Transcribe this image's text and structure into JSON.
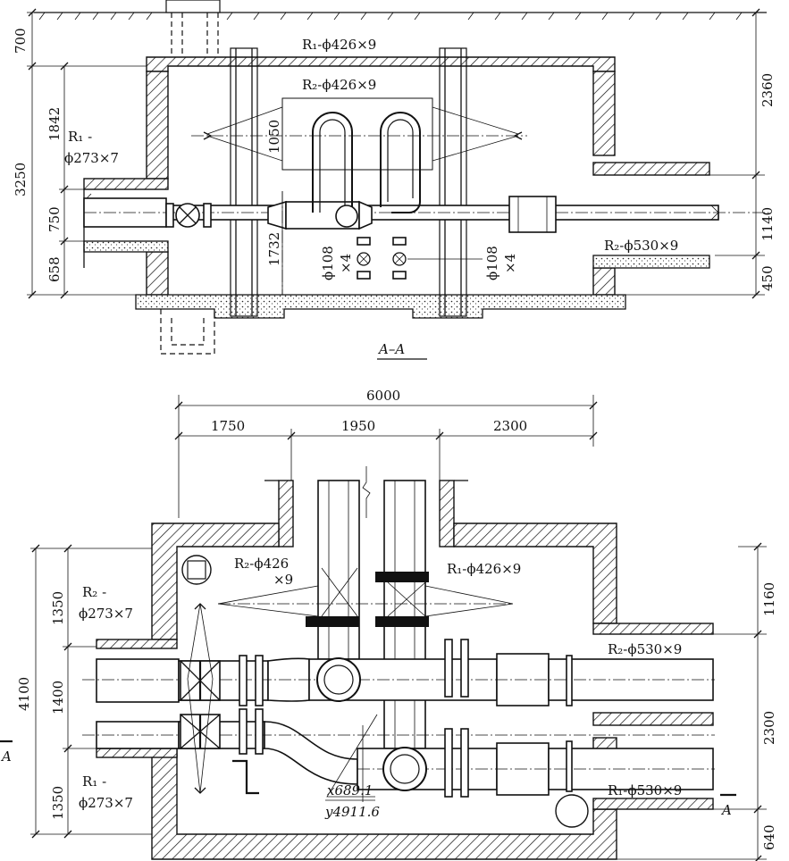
{
  "section": {
    "title": "A–A",
    "pipes": {
      "r1_top": "R₁-ϕ426×9",
      "r2_top": "R₂-ϕ426×9",
      "r1_left_a": "R₁ -",
      "r1_left_b": "ϕ273×7",
      "r2_right": "R₂-ϕ530×9",
      "small_a1": "ϕ108",
      "small_a2": "×4",
      "small_b1": "ϕ108",
      "small_b2": "×4"
    },
    "dims": {
      "left_700": "700",
      "left_1842": "1842",
      "left_3250": "3250",
      "left_750": "750",
      "left_658": "658",
      "inner_1050": "1050",
      "inner_1732": "1732",
      "right_2360": "2360",
      "right_1140": "1140",
      "right_450": "450"
    }
  },
  "plan": {
    "dims": {
      "total_6000": "6000",
      "d_1750": "1750",
      "d_1950": "1950",
      "d_2300": "2300",
      "left_1350a": "1350",
      "left_1400": "1400",
      "left_4100": "4100",
      "left_1350b": "1350",
      "right_1160": "1160",
      "right_2300": "2300",
      "right_640": "640"
    },
    "pipes": {
      "r2_top_a": "R₂-ϕ426",
      "r2_top_b": "×9",
      "r1_top": "R₁-ϕ426×9",
      "r2_left_a": "R₂ -",
      "r2_left_b": "ϕ273×7",
      "r1_left_a": "R₁ -",
      "r1_left_b": "ϕ273×7",
      "r2_right": "R₂-ϕ530×9",
      "r1_right": "R₁-ϕ530×9"
    },
    "coords": {
      "x": "x689.1",
      "y": "y4911.6"
    },
    "section_mark_left": "A",
    "section_mark_right": "A"
  }
}
